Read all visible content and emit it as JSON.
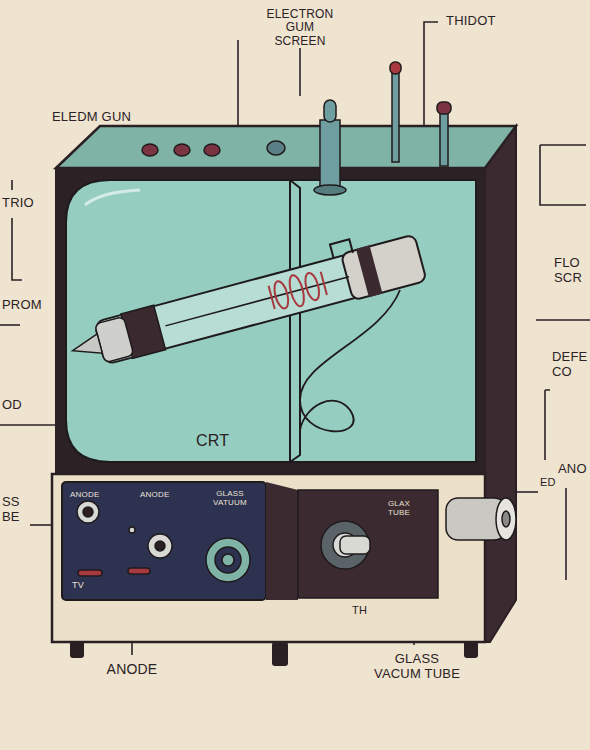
{
  "diagram": {
    "labels": [
      "ELECTRON GUM SCREEN",
      "THIDOT",
      "ELEDM GUN",
      "TRIO",
      "PROM",
      "OD",
      "SS BE",
      "FLO SCR",
      "DEFE CO",
      "ANO",
      "ED",
      "CRT",
      "ANODE",
      "TV",
      "ANODE",
      "GLASS VATUUM",
      "GLAX TUBE",
      "TH",
      "ANODE",
      "GLASS VACUM TUBE"
    ]
  }
}
